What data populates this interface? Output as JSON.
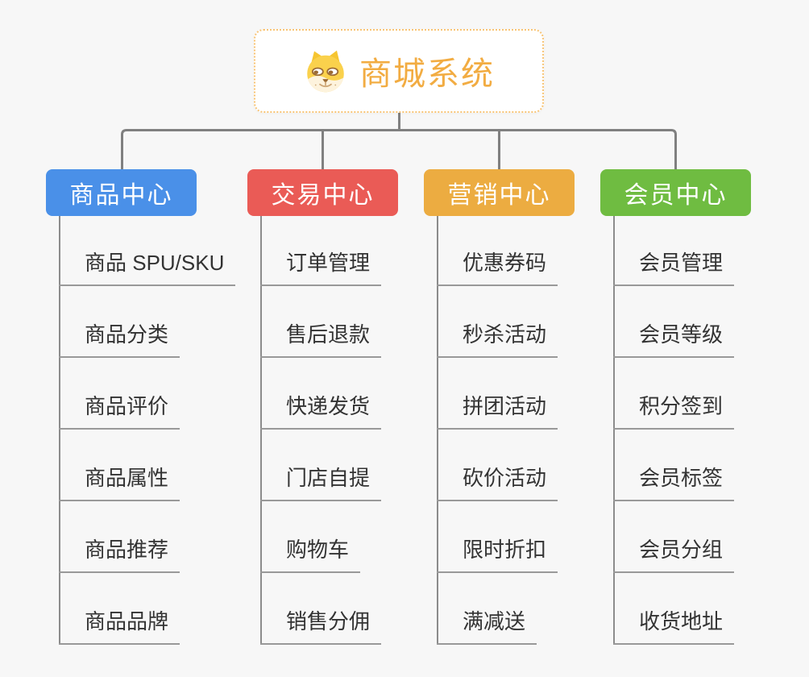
{
  "root": {
    "title": "商城系统",
    "title_color": "#f2ac42",
    "border_color": "#f8c475",
    "icon": "doge-icon"
  },
  "connectors": {
    "tree_color": "#808080",
    "spine_color": "#8c8c8c",
    "underline_color": "#999999"
  },
  "branches": [
    {
      "label": "商品中心",
      "color": "#4a90e8",
      "items": [
        "商品 SPU/SKU",
        "商品分类",
        "商品评价",
        "商品属性",
        "商品推荐",
        "商品品牌"
      ]
    },
    {
      "label": "交易中心",
      "color": "#ea5b56",
      "items": [
        "订单管理",
        "售后退款",
        "快递发货",
        "门店自提",
        "购物车",
        "销售分佣"
      ]
    },
    {
      "label": "营销中心",
      "color": "#ecac41",
      "items": [
        "优惠券码",
        "秒杀活动",
        "拼团活动",
        "砍价活动",
        "限时折扣",
        "满减送"
      ]
    },
    {
      "label": "会员中心",
      "color": "#6fbc41",
      "items": [
        "会员管理",
        "会员等级",
        "积分签到",
        "会员标签",
        "会员分组",
        "收货地址"
      ]
    }
  ]
}
